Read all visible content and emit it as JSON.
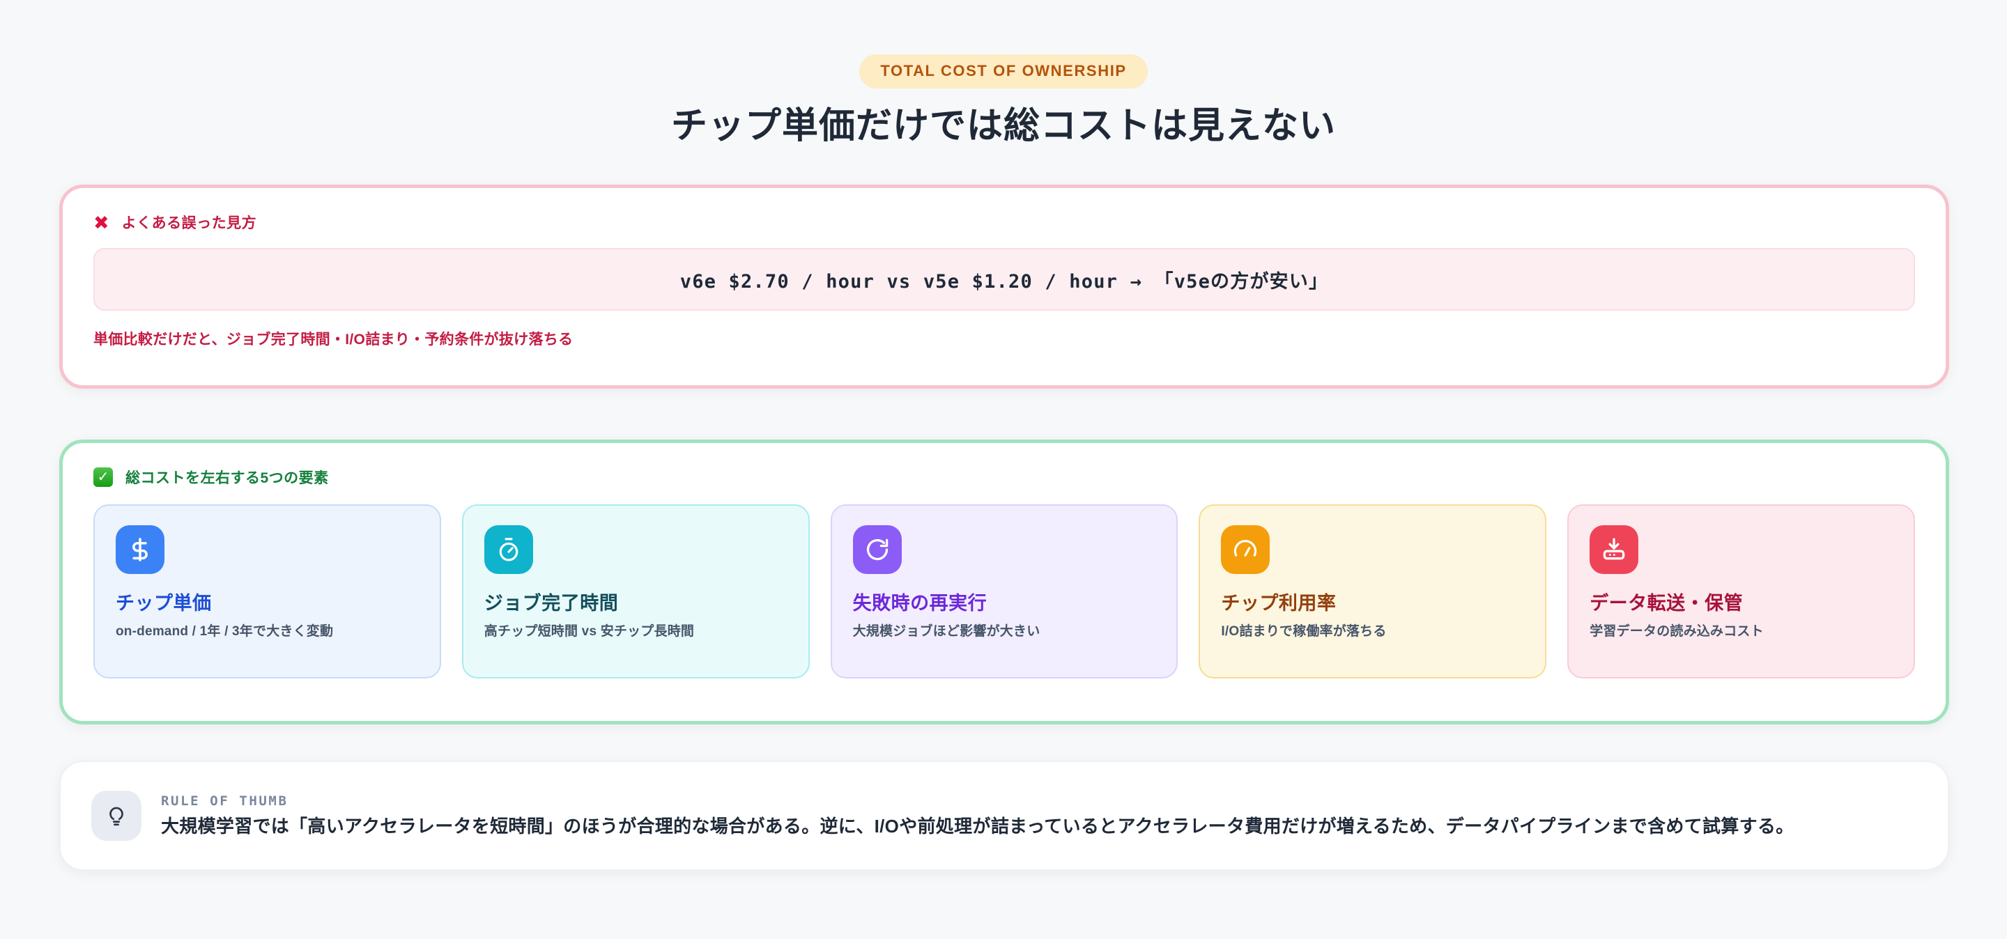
{
  "header": {
    "eyebrow": "TOTAL COST OF OWNERSHIP",
    "headline": "チップ単価だけでは総コストは見えない"
  },
  "misconception": {
    "icon": "x-mark-icon",
    "label": "よくある誤った見方",
    "code": "v6e $2.70 / hour vs v5e $1.20 / hour → 「v5eの方が安い」",
    "note": "単価比較だけだと、ジョブ完了時間・I/O詰まり・予約条件が抜け落ちる"
  },
  "factors_section": {
    "icon": "check-mark-icon",
    "label": "総コストを左右する5つの要素",
    "items": [
      {
        "icon": "dollar-icon",
        "title": "チップ単価",
        "desc": "on-demand / 1年 / 3年で大きく変動",
        "icon_bg": "#3b82f6",
        "card_bg": "#eef4fd",
        "card_border": "#c6dcf8",
        "title_color": "#1d4ed8"
      },
      {
        "icon": "stopwatch-icon",
        "title": "ジョブ完了時間",
        "desc": "高チップ短時間 vs 安チップ長時間",
        "icon_bg": "#0fb3cc",
        "card_bg": "#e8fbfa",
        "card_border": "#a9ecee",
        "title_color": "#134e5c"
      },
      {
        "icon": "refresh-icon",
        "title": "失敗時の再実行",
        "desc": "大規模ジョブほど影響が大きい",
        "icon_bg": "#8b5cf6",
        "card_bg": "#f2eeff",
        "card_border": "#ddd2fb",
        "title_color": "#6d28d9"
      },
      {
        "icon": "gauge-icon",
        "title": "チップ利用率",
        "desc": "I/O詰まりで稼働率が落ちる",
        "icon_bg": "#f59e0b",
        "card_bg": "#fdf6e0",
        "card_border": "#f7dd94",
        "title_color": "#92400e"
      },
      {
        "icon": "data-transfer-icon",
        "title": "データ転送・保管",
        "desc": "学習データの読み込みコスト",
        "icon_bg": "#ef4458",
        "card_bg": "#fdeaee",
        "card_border": "#f8cdd6",
        "title_color": "#a6123a"
      }
    ]
  },
  "rule": {
    "icon": "lightbulb-icon",
    "eyebrow": "RULE OF THUMB",
    "body": "大規模学習では「高いアクセラレータを短時間」のほうが合理的な場合がある。逆に、I/Oや前処理が詰まっているとアクセラレータ費用だけが増えるため、データパイプラインまで含めて試算する。"
  }
}
